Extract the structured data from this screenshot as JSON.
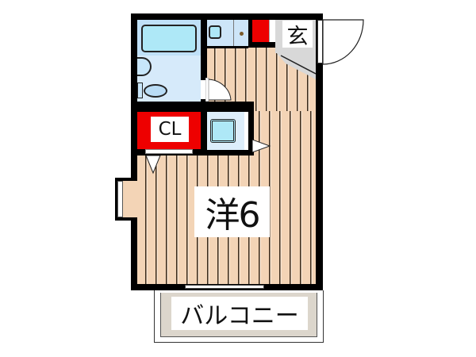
{
  "floorplan": {
    "rooms": {
      "western_room": {
        "label": "洋6",
        "type": "Western-style room",
        "size_jo": 6
      },
      "closet": {
        "label": "CL"
      },
      "entrance": {
        "label": "玄"
      },
      "balcony": {
        "label": "バルコニー"
      }
    },
    "colors": {
      "wall": "#000000",
      "floor": "#F3D4B6",
      "wet_area": "#D6EAFA",
      "fixture": "#AEE8F7",
      "storage": "#EE0000",
      "entrance_floor": "#D8D8D8",
      "balcony_floor": "#DCD6CC"
    }
  }
}
